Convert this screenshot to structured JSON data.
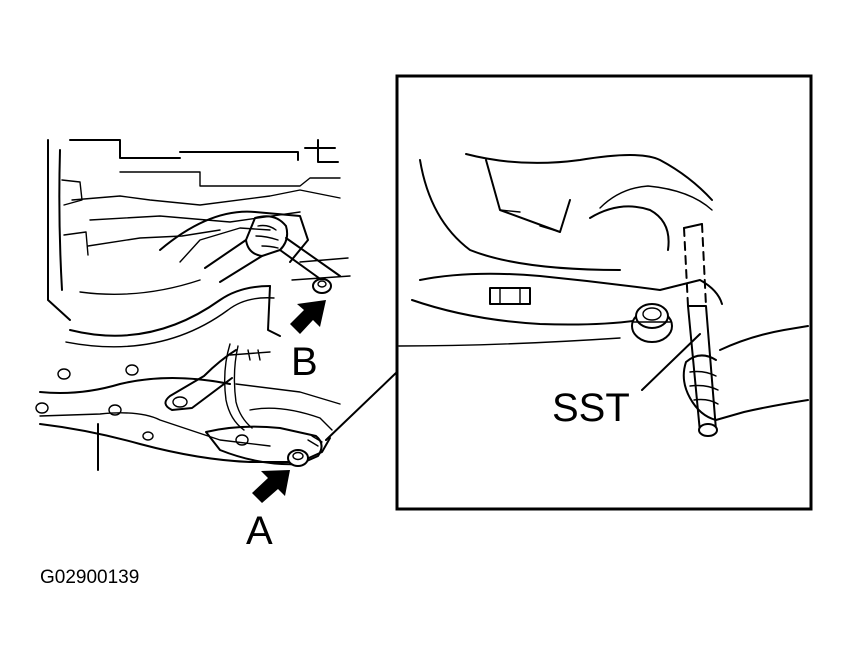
{
  "labels": {
    "a": "A",
    "b": "B",
    "sst": "SST"
  },
  "figure_code": "G02900139",
  "colors": {
    "ink": "#000000",
    "paper": "#ffffff"
  },
  "icons": [
    "arrow-a-icon",
    "arrow-b-icon"
  ]
}
